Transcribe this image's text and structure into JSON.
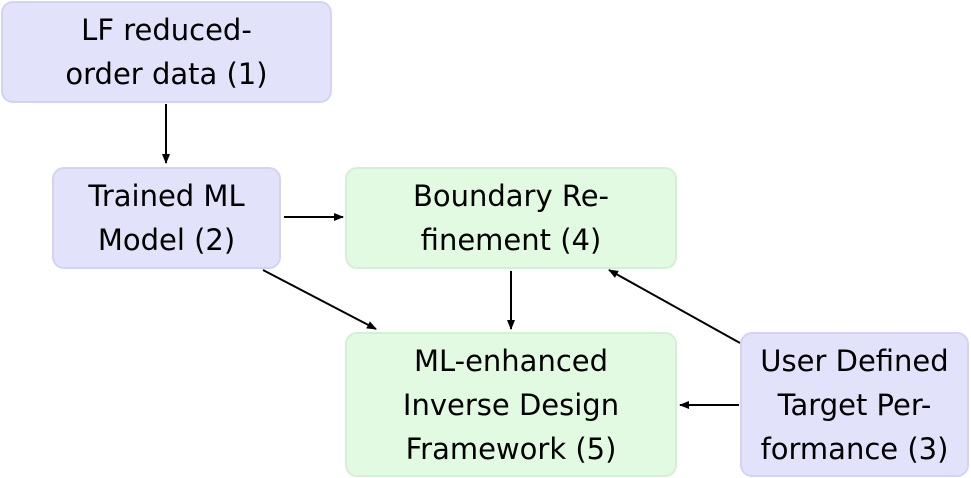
{
  "nodes": {
    "n1": {
      "lines": [
        "LF reduced-",
        "order data (1)"
      ],
      "fill": "#e2e2fa"
    },
    "n2": {
      "lines": [
        "Trained ML",
        "Model (2)"
      ],
      "fill": "#e2e2fa"
    },
    "n4": {
      "lines": [
        "Boundary Re-",
        "finement (4)"
      ],
      "fill": "#e2fae2"
    },
    "n5": {
      "lines": [
        "ML-enhanced",
        "Inverse Design",
        "Framework (5)"
      ],
      "fill": "#e2fae2"
    },
    "n3": {
      "lines": [
        "User Defined",
        "Target Per-",
        "formance (3)"
      ],
      "fill": "#e2e2fa"
    }
  },
  "edges": [
    {
      "from": "n1",
      "to": "n2"
    },
    {
      "from": "n2",
      "to": "n4"
    },
    {
      "from": "n2",
      "to": "n5"
    },
    {
      "from": "n4",
      "to": "n5"
    },
    {
      "from": "n3",
      "to": "n4"
    },
    {
      "from": "n3",
      "to": "n5"
    }
  ],
  "colors": {
    "blue_node": "#e2e2fa",
    "green_node": "#e2fae2",
    "arrow": "#000000"
  }
}
